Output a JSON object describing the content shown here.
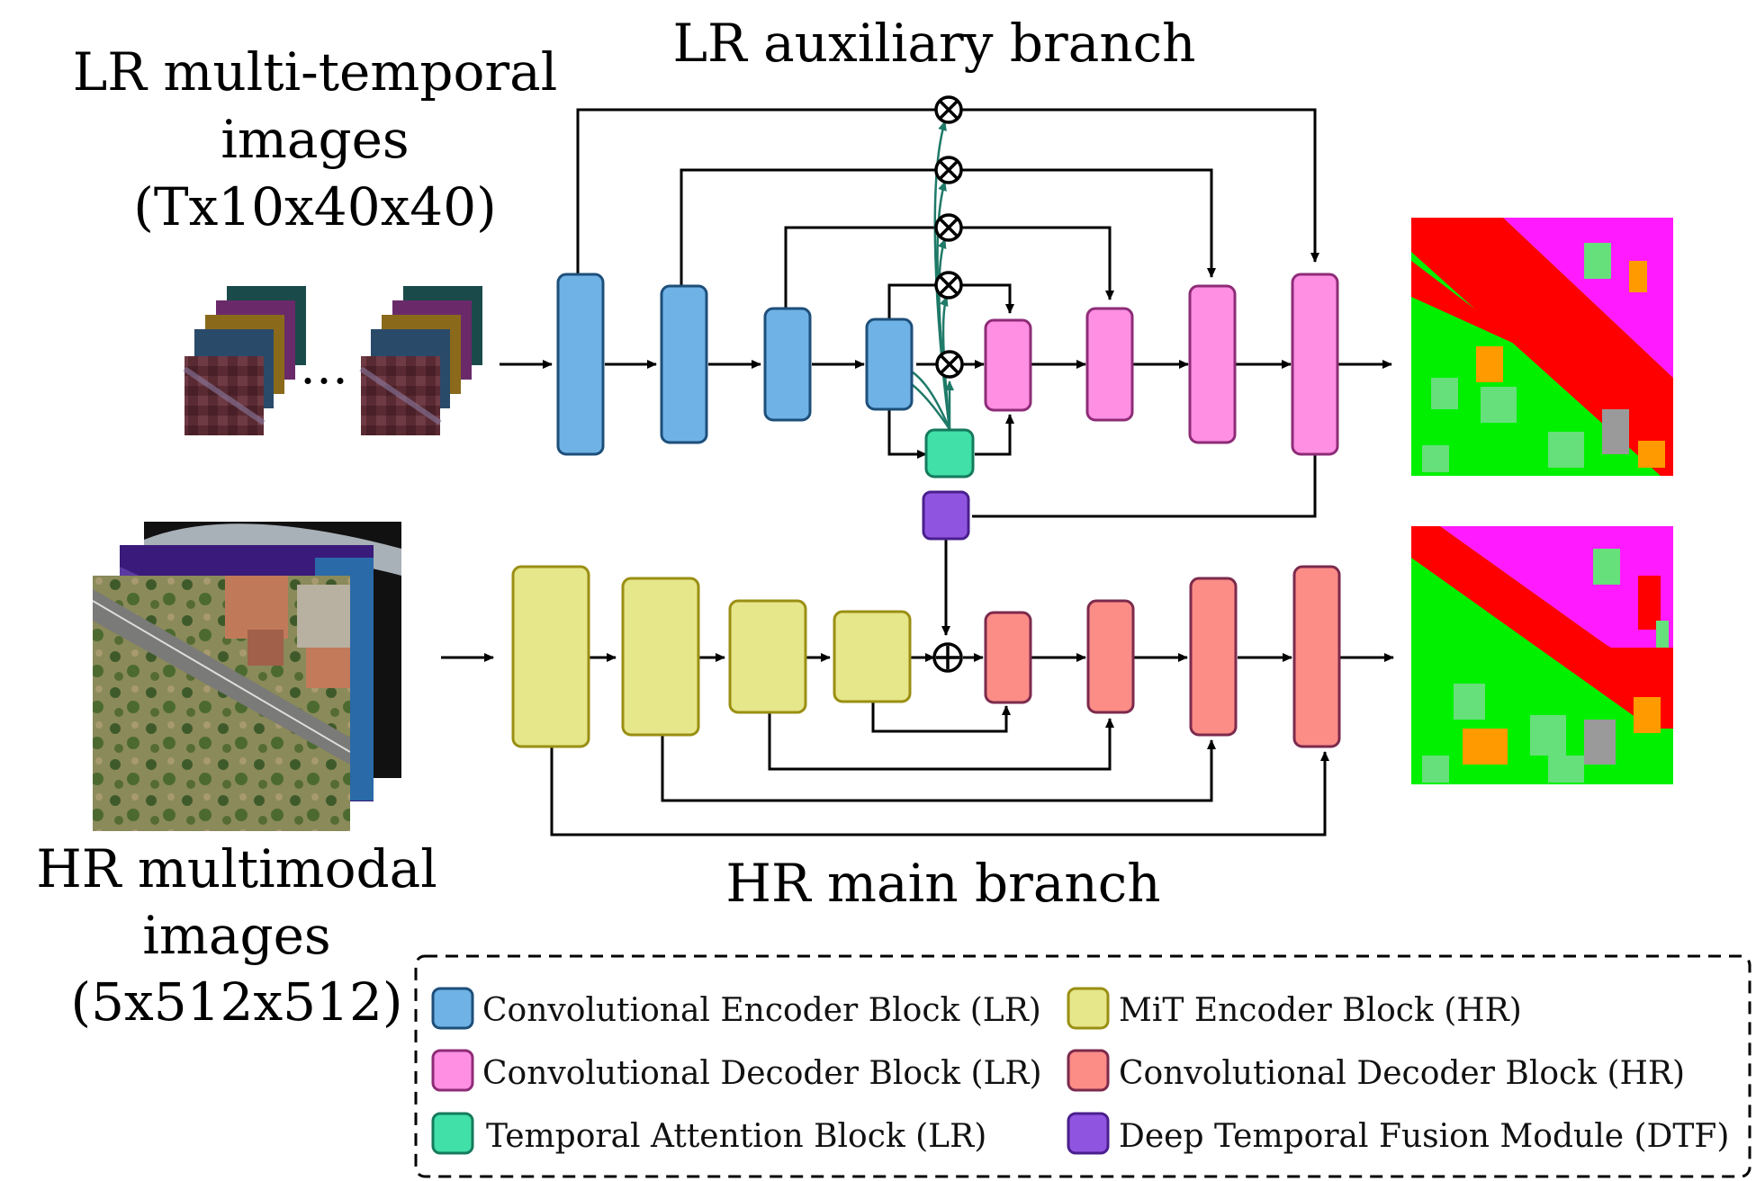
{
  "captions": {
    "lr_input": [
      "LR multi-temporal",
      "images",
      "(Tx10x40x40)"
    ],
    "hr_input": [
      "HR multimodal",
      "images",
      "(5x512x512)"
    ],
    "lr_branch": "LR auxiliary branch",
    "hr_branch": "HR main branch",
    "ellipsis": "…"
  },
  "legend": {
    "items": [
      {
        "label": "Convolutional Encoder Block (LR)",
        "color": "#6fb2e6",
        "border": "#1e4f7a"
      },
      {
        "label": "MiT Encoder Block (HR)",
        "color": "#e6e68a",
        "border": "#9a8f13"
      },
      {
        "label": "Convolutional Decoder Block (LR)",
        "color": "#ff8fe3",
        "border": "#8e2c77"
      },
      {
        "label": "Convolutional Decoder Block (HR)",
        "color": "#fb8c86",
        "border": "#7c2a4d"
      },
      {
        "label": "Temporal Attention Block (LR)",
        "color": "#40e0a8",
        "border": "#157a5c"
      },
      {
        "label": "Deep Temporal Fusion Module (DTF)",
        "color": "#9055e0",
        "border": "#4a1f8e"
      }
    ]
  },
  "colors": {
    "lr_encoder": "#6fb2e6",
    "lr_decoder": "#ff8fe3",
    "hr_encoder": "#e6e68a",
    "hr_decoder": "#fb8c86",
    "temporal_attention": "#40e0a8",
    "dtf": "#9055e0",
    "attention_arrows": "#1f7a68",
    "seg_building": "#ff1aff",
    "seg_road": "#ff0000",
    "seg_vegetation": "#00f000",
    "seg_grass": "#66e07a",
    "seg_bare": "#ff9a00",
    "seg_other": "#9a9a9a"
  },
  "icons": {
    "multiply": "circled-times-icon",
    "add": "circled-plus-icon"
  }
}
